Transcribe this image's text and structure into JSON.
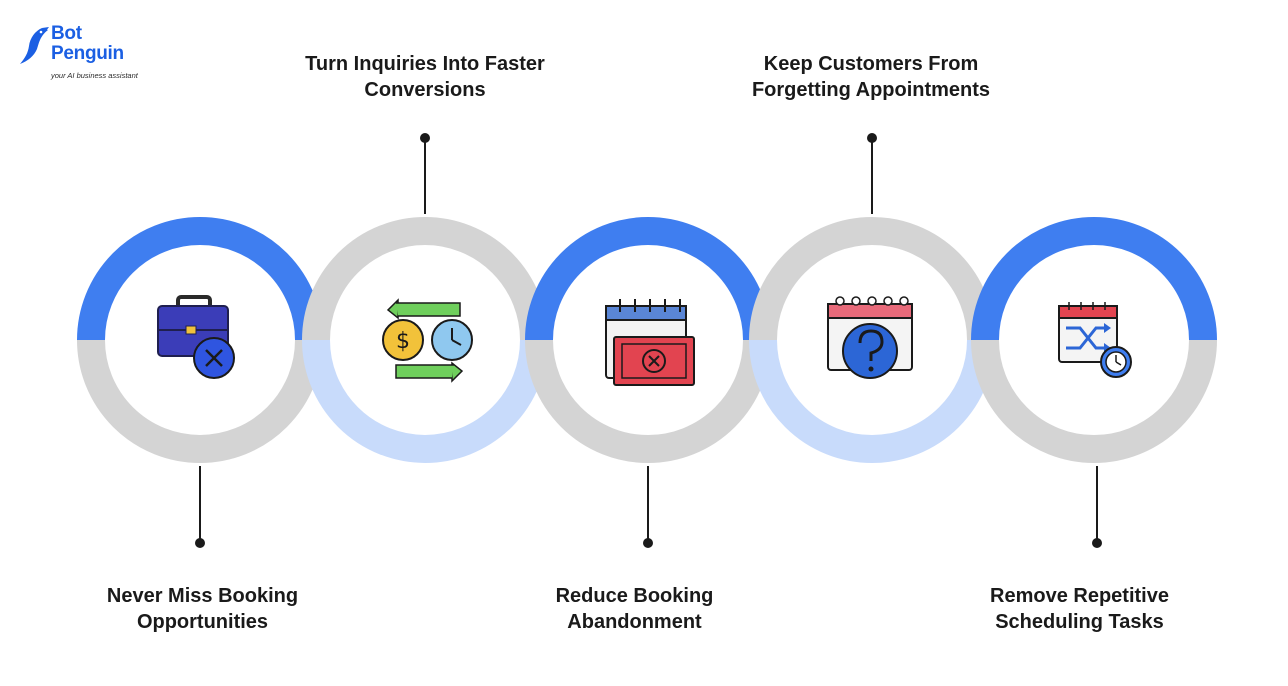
{
  "brand": {
    "name_line1": "Bot",
    "name_line2": "Penguin",
    "tagline": "your AI business assistant"
  },
  "steps": [
    {
      "title_line1": "Never Miss Booking",
      "title_line2": "Opportunities",
      "icon": "briefcase-cancel-icon"
    },
    {
      "title_line1": "Turn Inquiries Into Faster",
      "title_line2": "Conversions",
      "icon": "money-time-exchange-icon"
    },
    {
      "title_line1": "Reduce Booking",
      "title_line2": "Abandonment",
      "icon": "calendar-cancel-ticket-icon"
    },
    {
      "title_line1": "Keep Customers From",
      "title_line2": "Forgetting Appointments",
      "icon": "calendar-question-icon"
    },
    {
      "title_line1": "Remove Repetitive",
      "title_line2": "Scheduling Tasks",
      "icon": "calendar-shuffle-clock-icon"
    }
  ],
  "colors": {
    "ring_blue": "#3f7ef0",
    "ring_light_blue": "#c8dbfb",
    "ring_gray": "#d4d4d4",
    "brand_blue": "#1b5fe3",
    "connector": "#1a1a1a"
  }
}
